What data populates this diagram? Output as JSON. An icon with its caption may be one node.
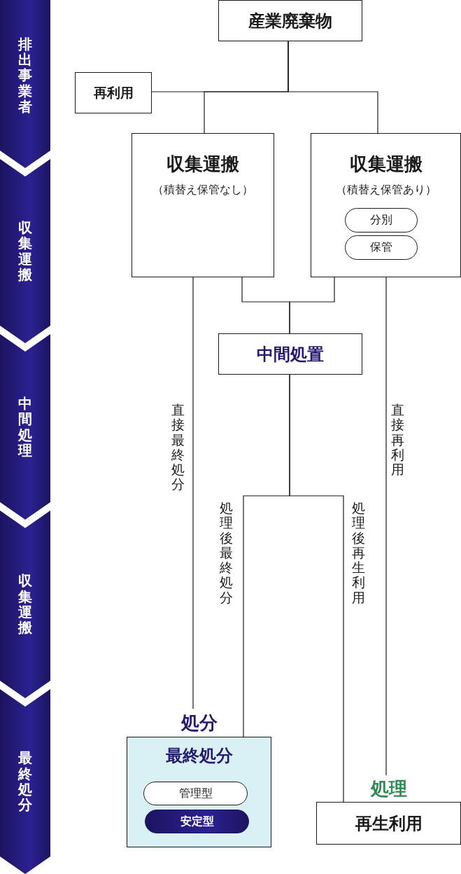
{
  "diagram": {
    "nodes": [
      {
        "text": [
          "排出事業者"
        ]
      },
      {
        "text": [
          "収集運搬"
        ]
      },
      {
        "text": [
          "中間処理"
        ]
      },
      {
        "text": [
          "収集運搬"
        ]
      },
      {
        "text": [
          "最終処分"
        ]
      },
      {
        "text": [
          "産業廃棄物"
        ]
      },
      {
        "text": [
          "再利用"
        ]
      },
      {
        "text": [
          "収集運搬",
          "（積替え保管なし）"
        ]
      },
      {
        "text": [
          "収集運搬",
          "（積替え保管あり）"
        ]
      },
      {
        "text": [
          "分別"
        ],
        "in": 8
      },
      {
        "text": [
          "保管"
        ],
        "in": 8
      },
      {
        "text": [
          "中間処置"
        ]
      },
      {
        "text": [
          "処分",
          "最終処分"
        ]
      },
      {
        "text": [
          "管理型"
        ],
        "in": 12
      },
      {
        "text": [
          "安定型"
        ],
        "in": 12
      },
      {
        "text": [
          "処理",
          "再生利用"
        ]
      }
    ],
    "edges": [
      {
        "from": 5,
        "to": 6,
        "arrow": "none"
      },
      {
        "from": 5,
        "to": 7,
        "arrow": "none"
      },
      {
        "from": 5,
        "to": 8,
        "arrow": "none"
      },
      {
        "from": 7,
        "to": 11,
        "arrow": "none"
      },
      {
        "from": 8,
        "to": 11,
        "arrow": "none"
      },
      {
        "from": 7,
        "to": 12,
        "arrow": "none",
        "label": "直接最終処分"
      },
      {
        "from": 11,
        "to": 12,
        "arrow": "none",
        "label": "処理後最終処分"
      },
      {
        "from": 11,
        "to": 15,
        "arrow": "none",
        "label": "処理後再生利用"
      },
      {
        "from": 8,
        "to": 15,
        "arrow": "none",
        "label": "直接再利用"
      }
    ]
  }
}
